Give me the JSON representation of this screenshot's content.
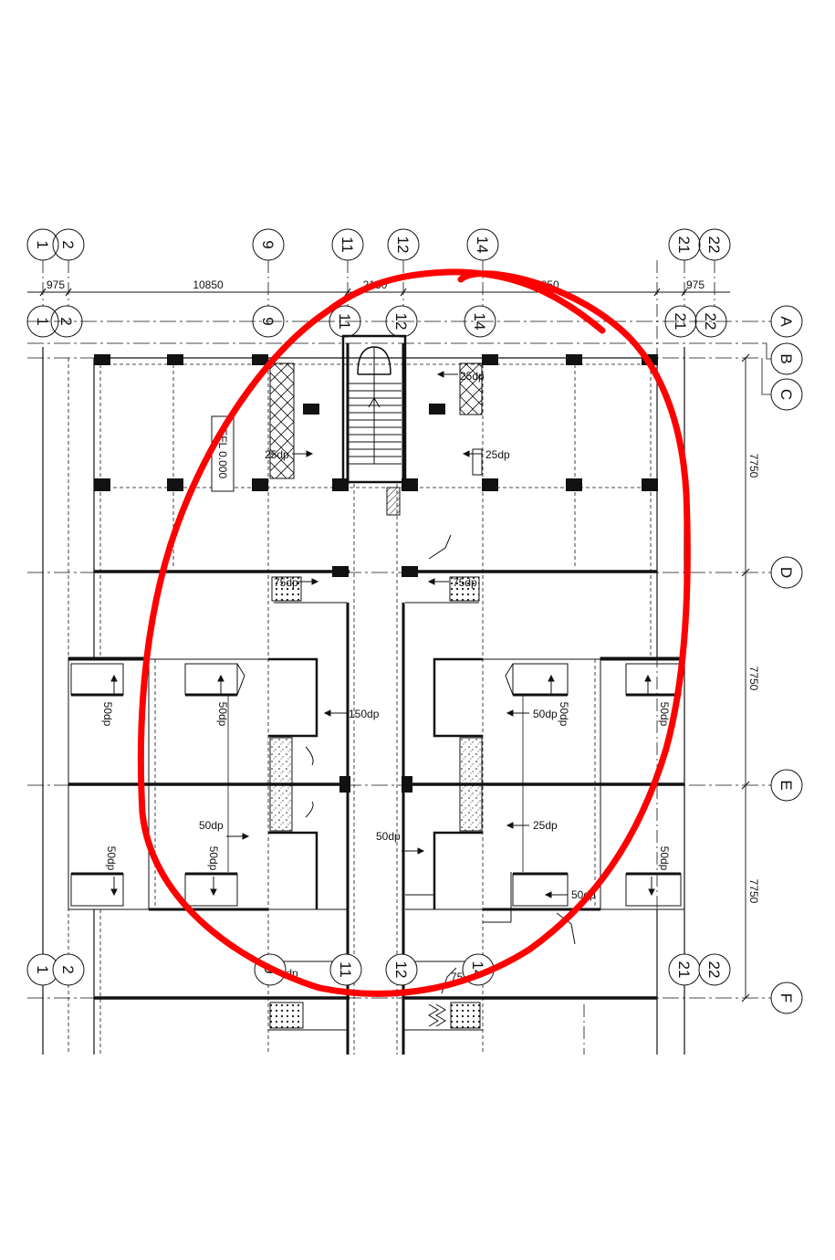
{
  "grid_top": [
    "1",
    "2",
    "9",
    "11",
    "12",
    "14",
    "21",
    "22"
  ],
  "grid_mid": [
    "1",
    "2",
    "9",
    "11",
    "12",
    "14",
    "21",
    "22"
  ],
  "grid_lower": [
    "1",
    "2",
    "9",
    "11",
    "12",
    "14",
    "21",
    "22"
  ],
  "grid_right": [
    "A",
    "B",
    "C",
    "D",
    "E",
    "F"
  ],
  "dims_top": [
    "975",
    "10850",
    "2150",
    "10850",
    "975"
  ],
  "dims_right": [
    "7750",
    "7750",
    "7750"
  ],
  "ffl_label": "FFL 0.000",
  "notes": {
    "n25a": "25dp",
    "n25b": "25dp",
    "n25c": "25dp",
    "n75a": "75dp",
    "n75b": "75dp",
    "n150": "150dp",
    "n50a": "50dp",
    "n50b": "50dp",
    "n50c": "50dp",
    "n50d": "50dp",
    "n50e": "50dp",
    "n50f": "50dp",
    "n50g": "50dp",
    "n50h": "50dp",
    "n50i": "50dp",
    "n50j": "50dp",
    "n25d": "25dp",
    "n50k": "50dp",
    "n75c": "75dp",
    "n75d": "75dp"
  },
  "colors": {
    "ink": "#111111",
    "annotation": "#ff0000"
  }
}
